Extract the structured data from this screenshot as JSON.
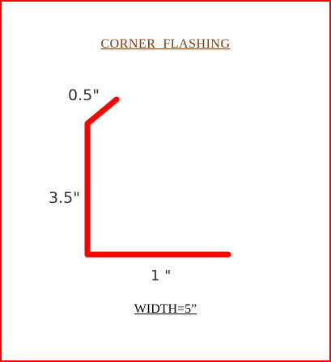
{
  "title": "CORNER  FLASHING",
  "dimensions": {
    "lip": "0.5\"",
    "height": "3.5\"",
    "base": "1 \""
  },
  "width_note": "WIDTH=5”",
  "colors": {
    "border": "#ff0000",
    "profile": "#ff0000",
    "title": "#7a3b0c",
    "dimension_text": "#333333",
    "width_text": "#000000"
  }
}
